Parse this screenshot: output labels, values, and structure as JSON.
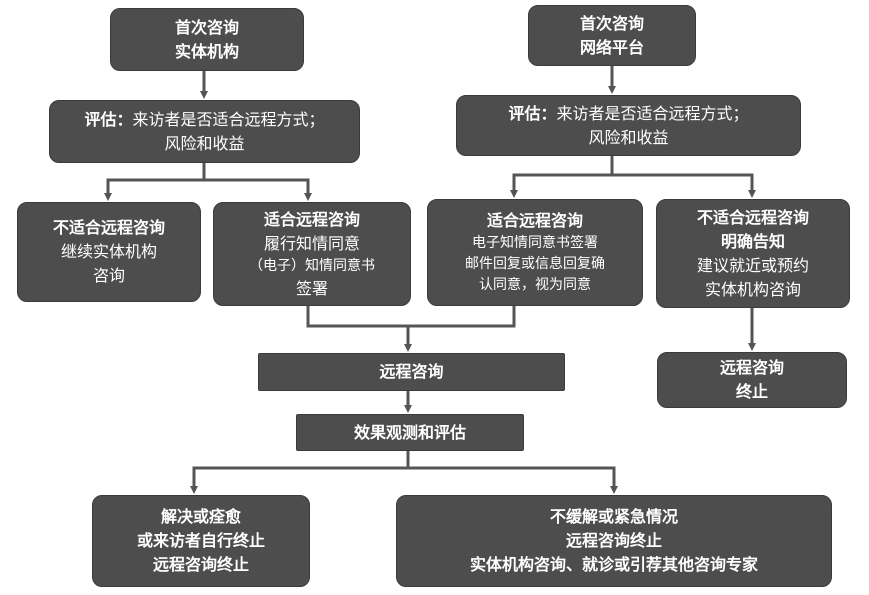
{
  "nodes": {
    "start_offline": {
      "lines": [
        "首次咨询",
        "实体机构"
      ]
    },
    "start_online": {
      "lines": [
        "首次咨询",
        "网络平台"
      ]
    },
    "assess_offline": {
      "label": "评估：",
      "text": "来访者是否适合远程方式；",
      "line2": "风险和收益"
    },
    "assess_online": {
      "label": "评估：",
      "text": "来访者是否适合远程方式；",
      "line2": "风险和收益"
    },
    "unsuitable_offline": {
      "title": "不适合远程咨询",
      "lines": [
        "继续实体机构",
        "咨询"
      ]
    },
    "suitable_offline": {
      "title": "适合远程咨询",
      "lines": [
        "履行知情同意",
        "（电子）知情同意书",
        "签署"
      ]
    },
    "suitable_online": {
      "title": "适合远程咨询",
      "lines": [
        "电子知情同意书签署",
        "邮件回复或信息回复确",
        "认同意，视为同意"
      ]
    },
    "unsuitable_online": {
      "title": "不适合远程咨询",
      "subtitle": "明确告知",
      "lines": [
        "建议就近或预约",
        "实体机构咨询"
      ]
    },
    "remote": {
      "text": "远程咨询"
    },
    "terminate_right": {
      "lines": [
        "远程咨询",
        "终止"
      ]
    },
    "evaluate": {
      "text": "效果观测和评估"
    },
    "resolved": {
      "lines": [
        "解决或痊愈",
        "或来访者自行终止",
        "远程咨询终止"
      ]
    },
    "unresolved": {
      "lines": [
        "不缓解或紧急情况",
        "远程咨询终止",
        "实体机构咨询、就诊或引荐其他咨询专家"
      ]
    }
  },
  "colors": {
    "box_fill": "#4d4d4d",
    "box_text": "#ffffff",
    "connector": "#555555",
    "background": "#ffffff"
  }
}
